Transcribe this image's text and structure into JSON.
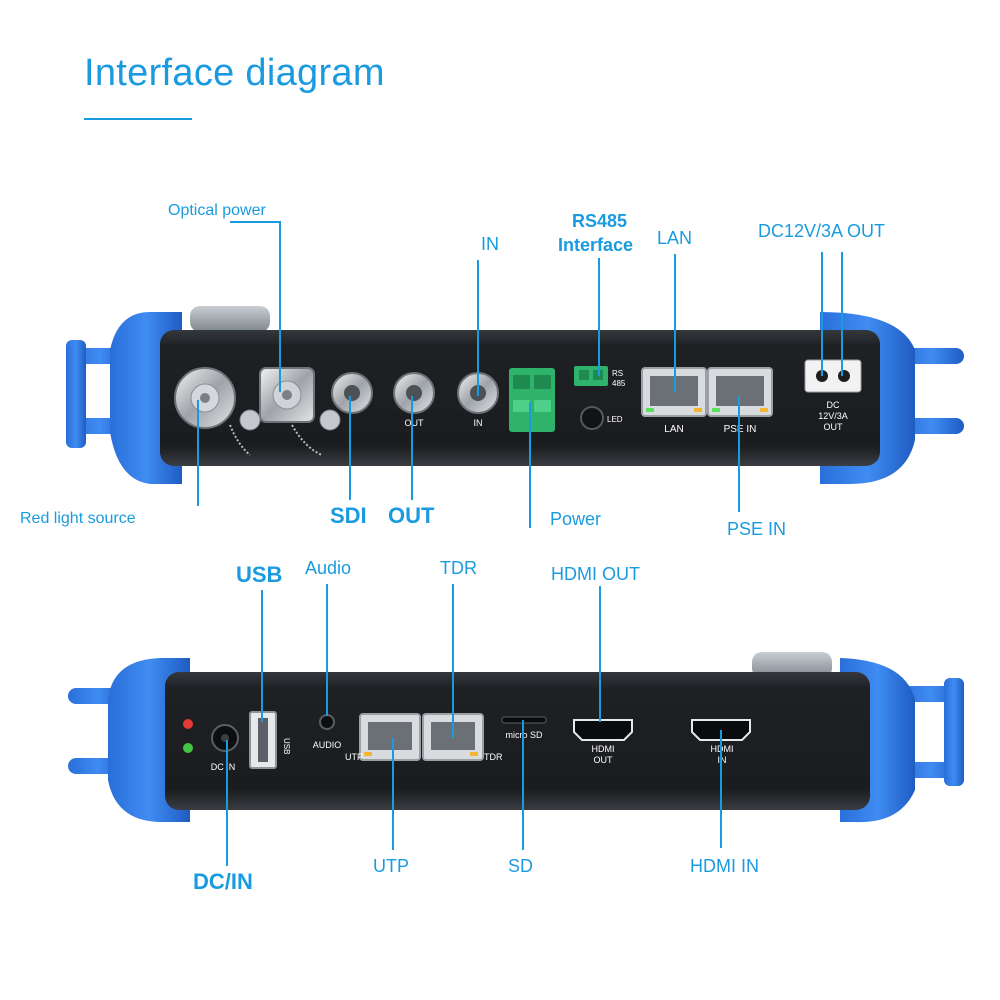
{
  "title": "Interface diagram",
  "top_panel": {
    "callouts": {
      "optical_power": "Optical power",
      "red_light_source": "Red light source",
      "sdi": "SDI",
      "out": "OUT",
      "in": "IN",
      "rs485_line1": "RS485",
      "rs485_line2": "Interface",
      "power": "Power",
      "lan": "LAN",
      "pse_in": "PSE IN",
      "dc_out": "DC12V/3A OUT"
    },
    "printed": {
      "bnc_out": "OUT",
      "bnc_in": "IN",
      "rs_line1": "RS",
      "rs_line2": "485",
      "led": "LED",
      "lan": "LAN",
      "pse_in": "PSE  IN",
      "dc_line1": "DC",
      "dc_line2": "12V/3A",
      "dc_line3": "OUT"
    }
  },
  "bottom_panel": {
    "callouts": {
      "usb": "USB",
      "audio": "Audio",
      "tdr": "TDR",
      "hdmi_out": "HDMI OUT",
      "dc_in": "DC/IN",
      "utp": "UTP",
      "sd": "SD",
      "hdmi_in": "HDMI IN"
    },
    "printed": {
      "dc_in": "DC IN",
      "usb": "USB",
      "audio": "AUDIO",
      "utp": "UTP",
      "tdr": "TDR",
      "micro_sd": "micro SD",
      "hdmi_out_line1": "HDMI",
      "hdmi_out_line2": "OUT",
      "hdmi_in_line1": "HDMI",
      "hdmi_in_line2": "IN"
    }
  },
  "colors": {
    "accent": "#1a9be0",
    "bumper": "#2f7be6",
    "body": "#1c1e21",
    "terminal": "#2fb36b"
  }
}
